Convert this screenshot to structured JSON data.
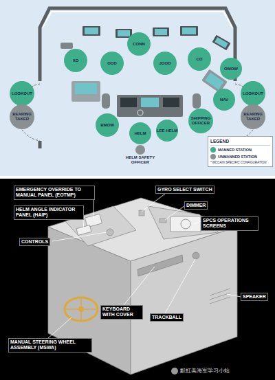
{
  "diagram": {
    "nodes": [
      {
        "text": [
          "XO"
        ]
      },
      {
        "text": [
          "OOD"
        ]
      },
      {
        "text": [
          "CONN"
        ]
      },
      {
        "text": [
          "JOOD"
        ]
      },
      {
        "text": [
          "CO"
        ]
      },
      {
        "text": [
          "OMOW"
        ]
      },
      {
        "text": [
          "LOOKOUT"
        ]
      },
      {
        "text": [
          "BEARING TAKER"
        ]
      },
      {
        "text": [
          "LOOKOUT"
        ]
      },
      {
        "text": [
          "BEARING TAKER"
        ]
      },
      {
        "text": [
          "NAV"
        ]
      },
      {
        "text": [
          "BMOW"
        ]
      },
      {
        "text": [
          "HELM"
        ]
      },
      {
        "text": [
          "LEE HELM"
        ]
      },
      {
        "text": [
          "SHIPPING OFFICER"
        ]
      },
      {
        "text": [
          "HELM SAFETY OFFICER"
        ]
      }
    ],
    "labels": [
      "LEGEND",
      "* MCCAIN SPECIFIC CONFIGURATION",
      "EMERGENCY OVERRIDE TO MANUAL PANEL (EOTMP)",
      "GYRO SELECT SWITCH",
      "HELM ANGLE INDICATOR PANEL (HAIP)",
      "DIMMER",
      "SPCS OPERATIONS SCREENS",
      "CONTROLS",
      "SPEAKER",
      "KEYBOARD WITH COVER",
      "TRACKBALL",
      "MANUAL STEERING WHEEL ASSEMBLY (MSWA)",
      "默虹美海军学习小站"
    ],
    "legend": [
      {
        "text": "MANNED STATION",
        "color": "#3fae8a"
      },
      {
        "text": "UNMANNED STATION",
        "color": "#8a8f92"
      }
    ]
  }
}
